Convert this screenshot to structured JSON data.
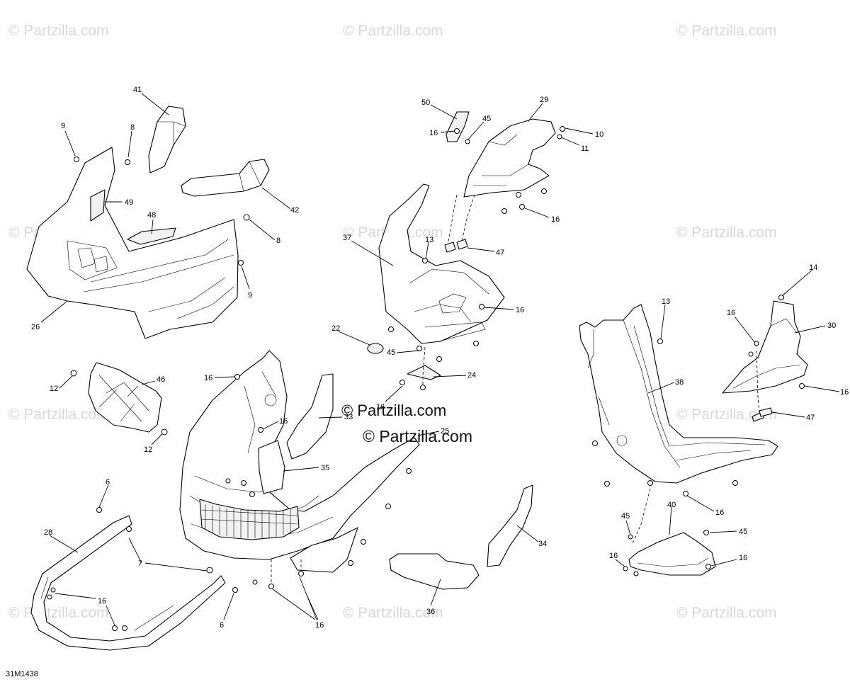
{
  "watermark_text": "© Partzilla.com",
  "center_watermark": "© Partzilla.com",
  "diagram_code": "31M1438",
  "callouts": {
    "c41": "41",
    "c9a": "9",
    "c8a": "8",
    "c49": "49",
    "c48": "48",
    "c42": "42",
    "c8b": "8",
    "c9b": "9",
    "c26": "26",
    "c50": "50",
    "c45a": "45",
    "c16a": "16",
    "c29": "29",
    "c10": "10",
    "c11": "11",
    "c16b": "16",
    "c37": "37",
    "c13a": "13",
    "c47a": "47",
    "c16c": "16",
    "c22": "22",
    "c45b": "45",
    "c24": "24",
    "c16d": "16",
    "c14": "14",
    "c13b": "13",
    "c16e": "16",
    "c30": "30",
    "c38": "38",
    "c16f": "16",
    "c47b": "47",
    "c16g": "16",
    "c40": "40",
    "c45c": "45",
    "c45d": "45",
    "c16h": "16",
    "c16i": "16",
    "c12a": "12",
    "c46": "46",
    "c12b": "12",
    "c16j": "16",
    "c16k": "16",
    "c33": "33",
    "c35": "35",
    "c25": "25",
    "c6a": "6",
    "c28": "28",
    "c7": "7",
    "c16l": "16",
    "c6b": "6",
    "c16m": "16",
    "c36": "36",
    "c34": "34"
  }
}
